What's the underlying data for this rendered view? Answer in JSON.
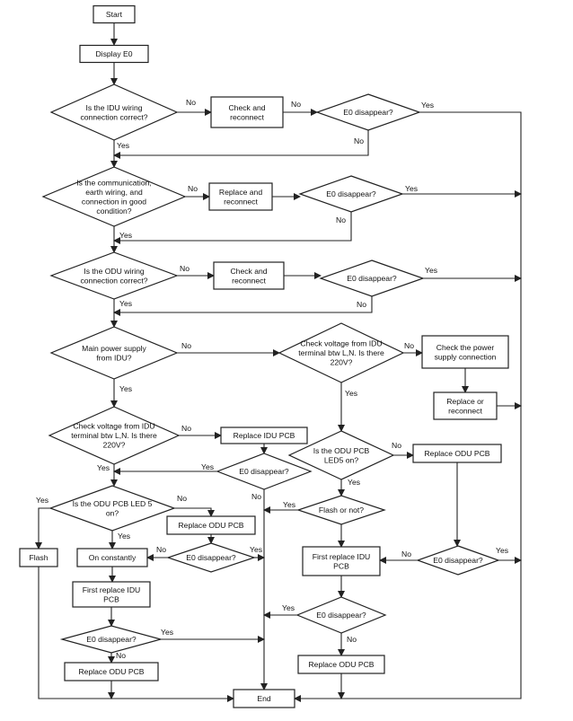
{
  "title": "E0 error troubleshooting flowchart",
  "nodes": {
    "start": {
      "text": [
        "Start"
      ]
    },
    "display_e0": {
      "text": [
        "Display E0"
      ]
    },
    "q_idu_wiring": {
      "text": [
        "Is the IDU wiring",
        "connection correct?"
      ]
    },
    "check_reconnect_1": {
      "text": [
        "Check and",
        "reconnect"
      ]
    },
    "e0_1": {
      "text": [
        "E0 disappear?"
      ]
    },
    "q_comm": {
      "text": [
        "Is the communication,",
        "earth wiring, and",
        "connection in good",
        "condition?"
      ]
    },
    "replace_reconnect": {
      "text": [
        "Replace and",
        "reconnect"
      ]
    },
    "e0_2": {
      "text": [
        "E0 disappear?"
      ]
    },
    "q_odu_wiring": {
      "text": [
        "Is the ODU wiring",
        "connection correct?"
      ]
    },
    "check_reconnect_2": {
      "text": [
        "Check and",
        "reconnect"
      ]
    },
    "e0_3": {
      "text": [
        "E0 disappear?"
      ]
    },
    "q_main_power": {
      "text": [
        "Main power supply",
        "from IDU?"
      ]
    },
    "q_voltage_right": {
      "text": [
        "Check voltage from IDU",
        "terminal btw L,N. Is there",
        "220V?"
      ]
    },
    "check_power_conn": {
      "text": [
        "Check the power",
        "supply connection"
      ]
    },
    "replace_or_reconnect": {
      "text": [
        "Replace or",
        "reconnect"
      ]
    },
    "q_voltage_left": {
      "text": [
        "Check voltage from IDU",
        "terminal btw L,N. Is there",
        "220V?"
      ]
    },
    "replace_idu_pcb": {
      "text": [
        "Replace IDU PCB"
      ]
    },
    "e0_4": {
      "text": [
        "E0 disappear?"
      ]
    },
    "q_led5_right": {
      "text": [
        "Is the ODU PCB",
        "LED5 on?"
      ]
    },
    "replace_odu_pcb_r1": {
      "text": [
        "Replace ODU PCB"
      ]
    },
    "q_led5_left": {
      "text": [
        "Is the ODU PCB LED 5",
        "on?"
      ]
    },
    "replace_odu_pcb_l1": {
      "text": [
        "Replace ODU PCB"
      ]
    },
    "flash": {
      "text": [
        "Flash"
      ]
    },
    "on_constantly": {
      "text": [
        "On constantly"
      ]
    },
    "e0_5": {
      "text": [
        "E0 disappear?"
      ]
    },
    "q_flash": {
      "text": [
        "Flash or not?"
      ]
    },
    "first_replace_idu_l": {
      "text": [
        "First replace IDU",
        "PCB"
      ]
    },
    "first_replace_idu_r": {
      "text": [
        "First replace IDU",
        "PCB"
      ]
    },
    "e0_6": {
      "text": [
        "E0 disappear?"
      ]
    },
    "e0_7": {
      "text": [
        "E0 disappear?"
      ]
    },
    "e0_8": {
      "text": [
        "E0 disappear?"
      ]
    },
    "replace_odu_pcb_l2": {
      "text": [
        "Replace ODU PCB"
      ]
    },
    "replace_odu_pcb_r2": {
      "text": [
        "Replace ODU PCB"
      ]
    },
    "end": {
      "text": [
        "End"
      ]
    }
  },
  "edge_labels": {
    "yes": "Yes",
    "no": "No"
  }
}
